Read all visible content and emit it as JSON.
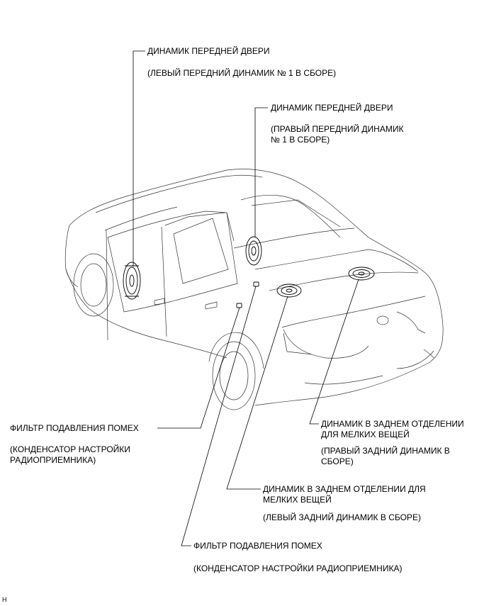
{
  "callouts": {
    "left_front": {
      "name": "ДИНАМИК ПЕРЕДНЕЙ ДВЕРИ",
      "detail": "(ЛЕВЫЙ ПЕРЕДНИЙ ДИНАМИК № 1 В СБОРЕ)"
    },
    "right_front": {
      "name": "ДИНАМИК ПЕРЕДНЕЙ ДВЕРИ",
      "detail_line1": "(ПРАВЫЙ ПЕРЕДНИЙ ДИНАМИК",
      "detail_line2": "№ 1 В СБОРЕ)"
    },
    "noise_filter_a": {
      "name": "ФИЛЬТР ПОДАВЛЕНИЯ ПОМЕХ",
      "detail_line1": "(КОНДЕНСАТОР НАСТРОЙКИ",
      "detail_line2": "РАДИОПРИЕМНИКА)"
    },
    "right_rear": {
      "name_line1": "ДИНАМИК В ЗАДНЕМ ОТДЕЛЕНИИ",
      "name_line2": "ДЛЯ МЕЛКИХ ВЕЩЕЙ",
      "detail_line1": "(ПРАВЫЙ ЗАДНИЙ ДИНАМИК В",
      "detail_line2": "СБОРЕ)"
    },
    "left_rear": {
      "name_line1": "ДИНАМИК В ЗАДНЕМ ОТДЕЛЕНИИ ДЛЯ",
      "name_line2": "МЕЛКИХ ВЕЩЕЙ",
      "detail": "(ЛЕВЫЙ ЗАДНИЙ ДИНАМИК В СБОРЕ)"
    },
    "noise_filter_b": {
      "name": "ФИЛЬТР ПОДАВЛЕНИЯ ПОМЕХ",
      "detail": "(КОНДЕНСАТОР НАСТРОЙКИ РАДИОПРИЕМНИКА)"
    }
  },
  "corner_code": "H"
}
